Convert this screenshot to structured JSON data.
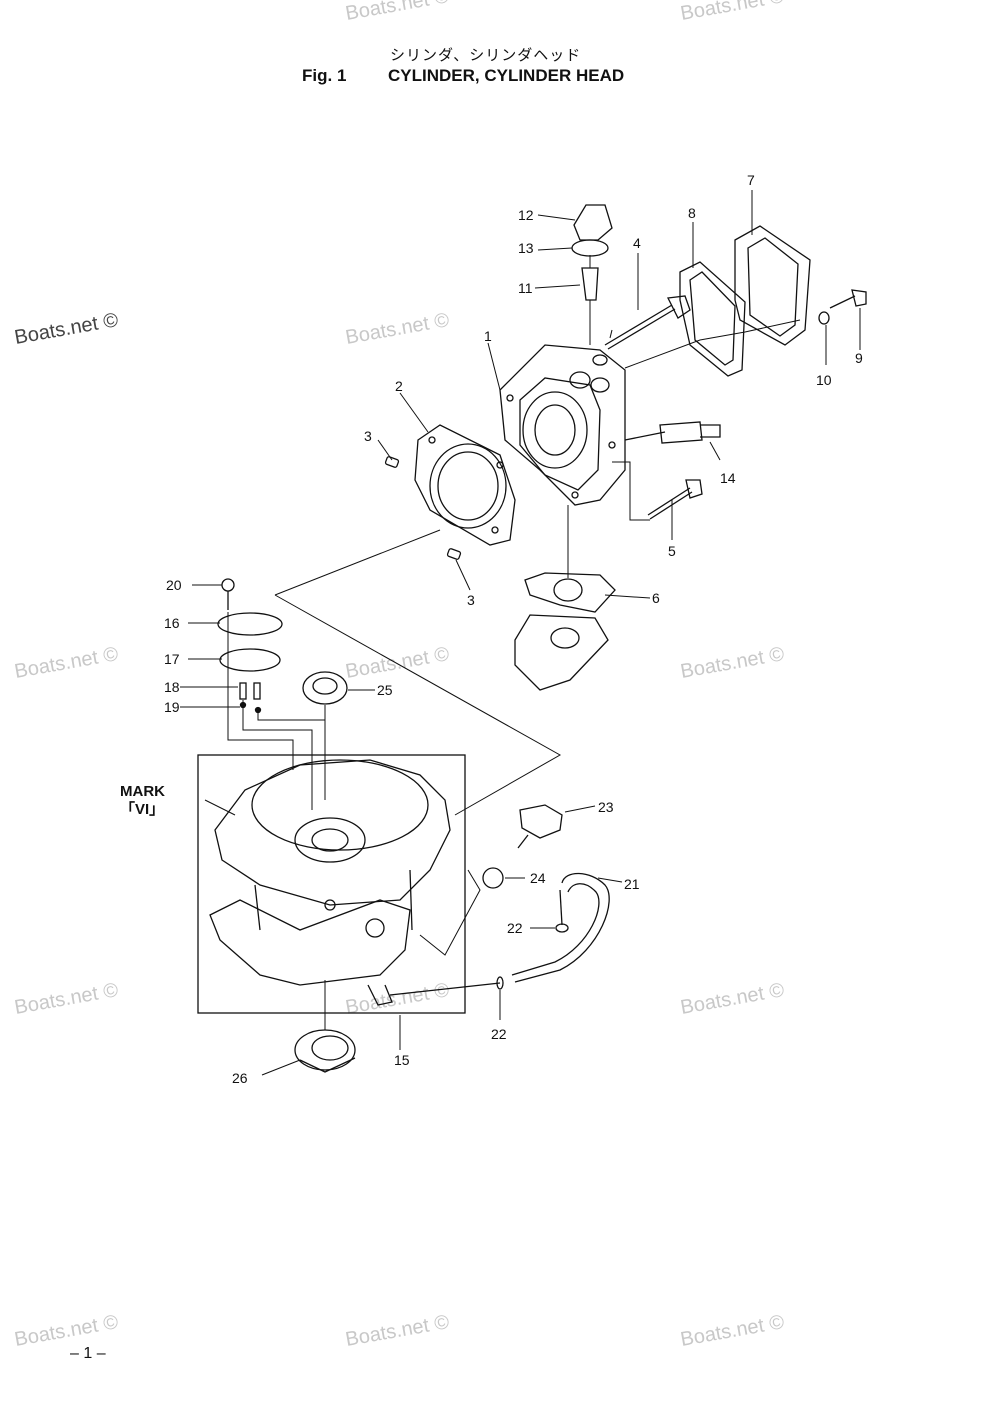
{
  "header": {
    "title_jp": "シリンダ、シリンダヘッド",
    "fig_label": "Fig. 1",
    "title_en": "CYLINDER, CYLINDER HEAD"
  },
  "watermark": "Boats.net ©",
  "callouts": [
    "1",
    "2",
    "3",
    "3",
    "4",
    "5",
    "6",
    "7",
    "8",
    "9",
    "10",
    "11",
    "12",
    "13",
    "14",
    "15",
    "16",
    "17",
    "18",
    "19",
    "20",
    "21",
    "22",
    "22",
    "23",
    "24",
    "25",
    "26"
  ],
  "mark_label": {
    "line1": "MARK",
    "line2": "「VI」"
  },
  "page_number": "– 1 –"
}
